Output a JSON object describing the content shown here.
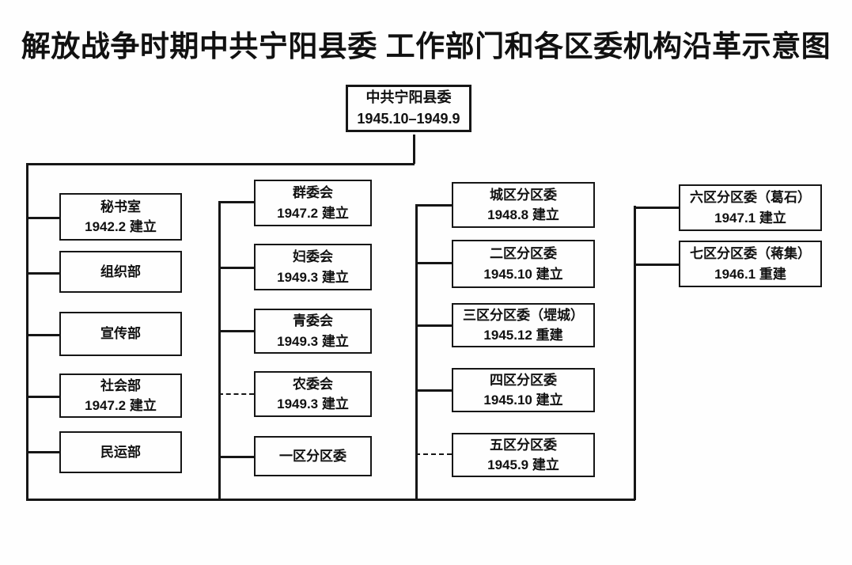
{
  "title": "解放战争时期中共宁阳县委 工作部门和各区委机构沿革示意图",
  "root": {
    "name": "中共宁阳县委",
    "period": "1945.10–1949.9"
  },
  "columns": [
    {
      "boxes": [
        {
          "name": "秘书室",
          "note": "1942.2 建立"
        },
        {
          "name": "组织部",
          "note": ""
        },
        {
          "name": "宣传部",
          "note": ""
        },
        {
          "name": "社会部",
          "note": "1947.2 建立"
        },
        {
          "name": "民运部",
          "note": ""
        }
      ]
    },
    {
      "boxes": [
        {
          "name": "群委会",
          "note": "1947.2 建立"
        },
        {
          "name": "妇委会",
          "note": "1949.3 建立"
        },
        {
          "name": "青委会",
          "note": "1949.3 建立"
        },
        {
          "name": "农委会",
          "note": "1949.3 建立"
        },
        {
          "name": "一区分区委",
          "note": ""
        }
      ]
    },
    {
      "boxes": [
        {
          "name": "城区分区委",
          "note": "1948.8 建立"
        },
        {
          "name": "二区分区委",
          "note": "1945.10 建立"
        },
        {
          "name": "三区分区委（堽城）",
          "note": "1945.12 重建"
        },
        {
          "name": "四区分区委",
          "note": "1945.10 建立"
        },
        {
          "name": "五区分区委",
          "note": "1945.9 建立"
        }
      ]
    },
    {
      "boxes": [
        {
          "name": "六区分区委（葛石）",
          "note": "1947.1 建立"
        },
        {
          "name": "七区分区委（蒋集）",
          "note": "1946.1 重建"
        }
      ]
    }
  ],
  "colors": {
    "ink": "#161616",
    "background": "#fefefe"
  }
}
